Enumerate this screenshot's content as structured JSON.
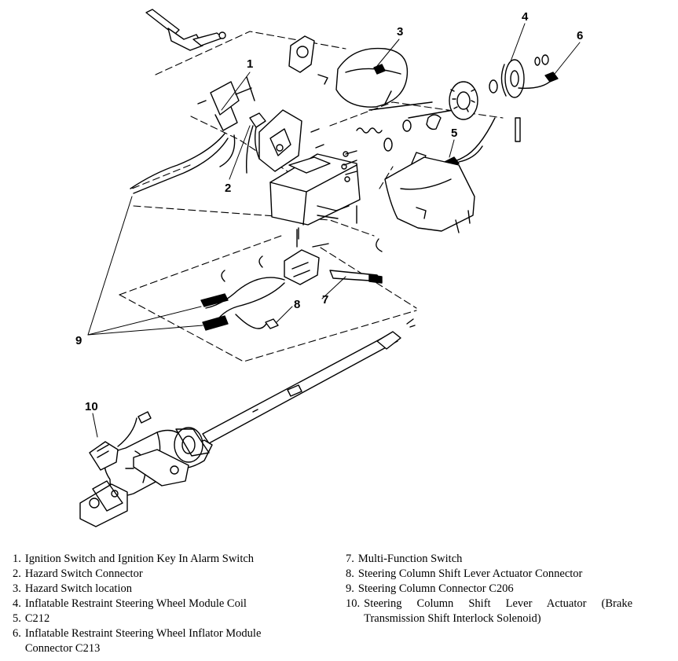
{
  "callouts": {
    "c1": "1",
    "c2": "2",
    "c3": "3",
    "c4": "4",
    "c5": "5",
    "c6": "6",
    "c7": "7",
    "c8": "8",
    "c9": "9",
    "c10": "10"
  },
  "legend": {
    "items": [
      {
        "num": "1.",
        "text": "Ignition Switch and Ignition Key In Alarm Switch"
      },
      {
        "num": "2.",
        "text": "Hazard Switch Connector"
      },
      {
        "num": "3.",
        "text": "Hazard Switch location"
      },
      {
        "num": "4.",
        "text": "Inflatable Restraint Steering Wheel Module Coil"
      },
      {
        "num": "5.",
        "text": "C212"
      },
      {
        "num": "6.",
        "text": "Inflatable Restraint Steering Wheel Inflator Module Connector C213"
      },
      {
        "num": "7.",
        "text": "Multi-Function Switch"
      },
      {
        "num": "8.",
        "text": "Steering Column Shift Lever Actuator Connector"
      },
      {
        "num": "9.",
        "text": "Steering Column Connector C206"
      },
      {
        "num": "10.",
        "text": "Steering Column Shift Lever Actuator (Brake Transmission Shift Interlock Solenoid)"
      }
    ]
  },
  "colors": {
    "ink": "#000000",
    "paper": "#ffffff"
  }
}
